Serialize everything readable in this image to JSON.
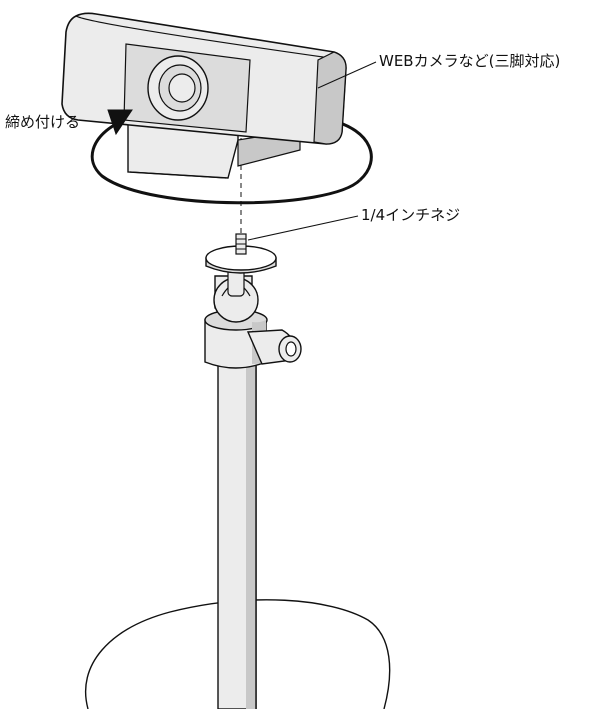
{
  "labels": {
    "camera": "WEBカメラなど(三脚対応)",
    "tighten": "締め付ける",
    "screw": "1/4インチネジ"
  },
  "colors": {
    "line": "#111111",
    "body": "#ececec",
    "body_shade": "#c8c8c8",
    "body_dark": "#9a9a9a",
    "lens": "#dcdcdc",
    "background": "#ffffff"
  },
  "icons": {
    "rotation_arrow": "curved-arrow-icon"
  }
}
